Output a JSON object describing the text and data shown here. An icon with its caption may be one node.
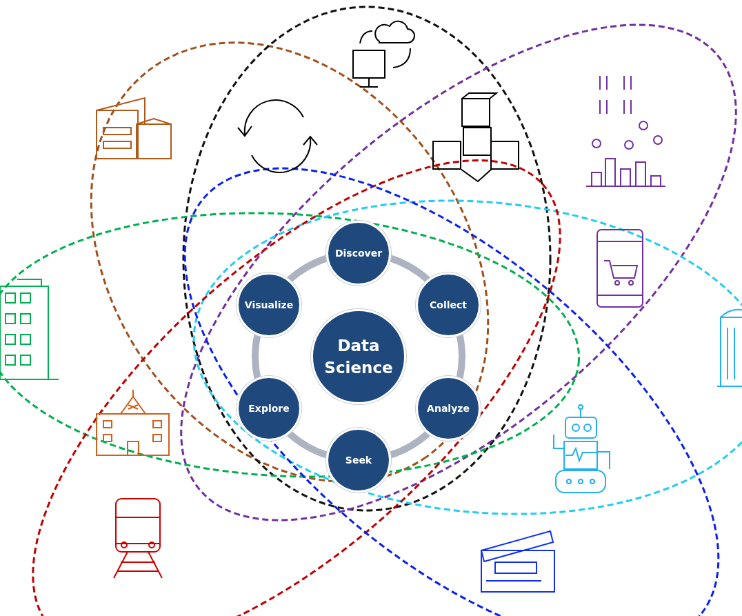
{
  "diagram": {
    "nodes": [
      {
        "text": [
          "Data Science"
        ]
      },
      {
        "text": [
          "Discover"
        ]
      },
      {
        "text": [
          "Collect"
        ]
      },
      {
        "text": [
          "Analyze"
        ]
      },
      {
        "text": [
          "Seek"
        ]
      },
      {
        "text": [
          "Explore"
        ]
      },
      {
        "text": [
          "Visualize"
        ]
      }
    ],
    "edges": [
      {
        "from": 1,
        "to": 2,
        "arrow": "none"
      },
      {
        "from": 2,
        "to": 3,
        "arrow": "none"
      },
      {
        "from": 3,
        "to": 4,
        "arrow": "none"
      },
      {
        "from": 4,
        "to": 5,
        "arrow": "none"
      },
      {
        "from": 5,
        "to": 6,
        "arrow": "none"
      },
      {
        "from": 6,
        "to": 1,
        "arrow": "none"
      }
    ]
  }
}
